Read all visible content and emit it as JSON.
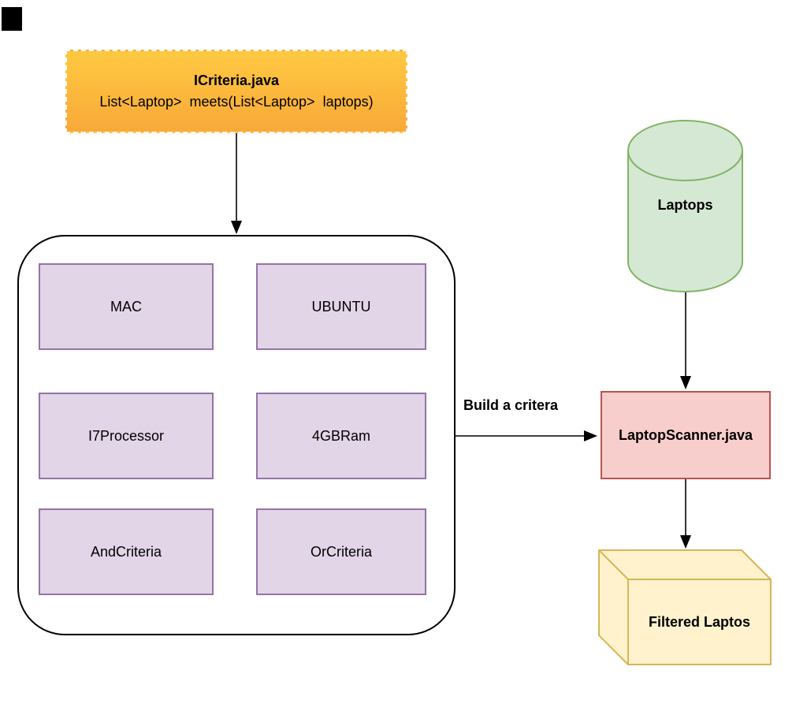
{
  "canvas": {
    "background": "#ffffff",
    "arrow_color": "#000000"
  },
  "stray_shape": {
    "color": "#000000"
  },
  "interface_box": {
    "title": "ICriteria.java",
    "signature": "List<Laptop> meets(List<Laptop> laptops)",
    "fill_top": "#FFC941",
    "fill_bottom": "#F8A939"
  },
  "criteria_group": {
    "box_fill": "#E1D5E7",
    "box_stroke": "#9673A6",
    "items": [
      "MAC",
      "UBUNTU",
      "I7Processor",
      "4GBRam",
      "AndCriteria",
      "OrCriteria"
    ]
  },
  "edge": {
    "build_label": "Build a critera"
  },
  "database": {
    "label": "Laptops",
    "fill": "#D5E8D4",
    "stroke": "#82B366"
  },
  "scanner": {
    "label": "LaptopScanner.java",
    "fill": "#F8CECC",
    "stroke": "#B85450"
  },
  "output_box": {
    "label": "Filtered Laptos",
    "fill": "#FFF2CC",
    "stroke": "#D6B656"
  }
}
